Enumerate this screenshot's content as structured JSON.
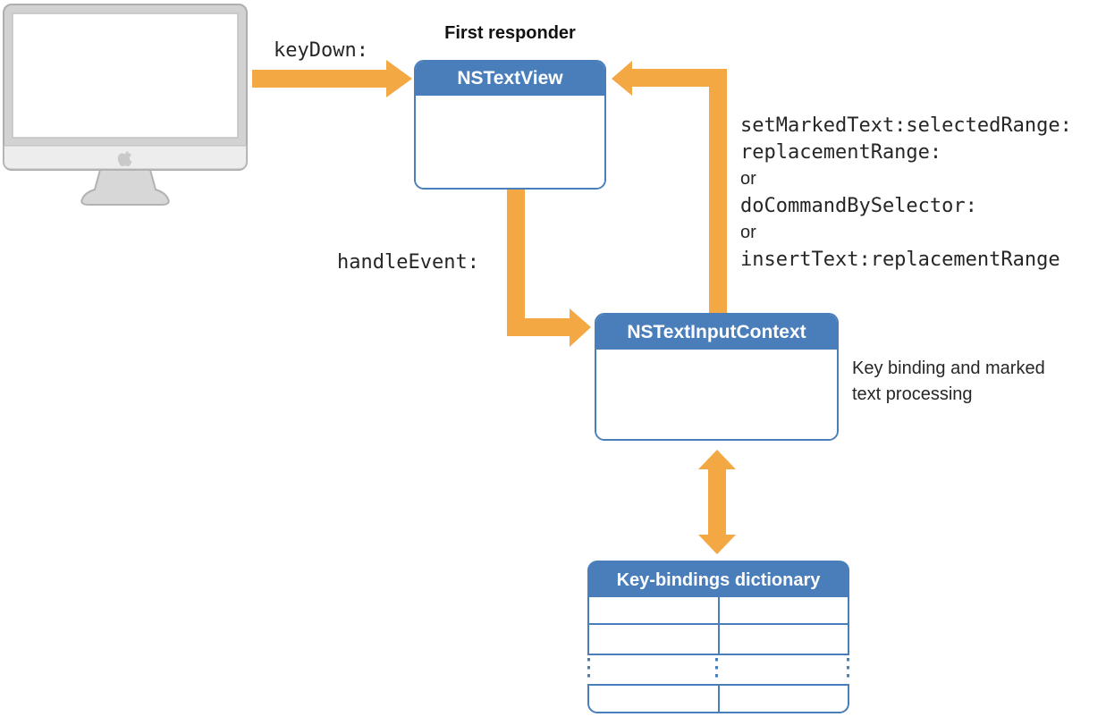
{
  "flow": {
    "keydown_label": "keyDown:",
    "first_responder_label": "First responder",
    "handleevent_label": "handleEvent:",
    "callback_lines": [
      "setMarkedText:selectedRange:",
      "replacementRange:",
      "or",
      "doCommandBySelector:",
      "or",
      "insertText:replacementRange"
    ]
  },
  "boxes": {
    "nstextview": {
      "title": "NSTextView"
    },
    "nstextinputcontext": {
      "title": "NSTextInputContext",
      "note_lines": [
        "Key binding and marked",
        "text processing"
      ]
    },
    "keybindings": {
      "title": "Key-bindings dictionary",
      "table": {
        "columns": 2,
        "solid_rows": 3,
        "has_ellipsis_row": true
      }
    }
  },
  "icons": {
    "monitor": "imac-monitor-icon",
    "apple_logo": "apple-logo-icon"
  },
  "colors": {
    "box_blue": "#4A7EBB",
    "arrow_orange": "#F4A844",
    "monitor_frame": "#D2D2D2",
    "monitor_chin": "#EDEDED",
    "monitor_stand": "#D7D7D7"
  }
}
